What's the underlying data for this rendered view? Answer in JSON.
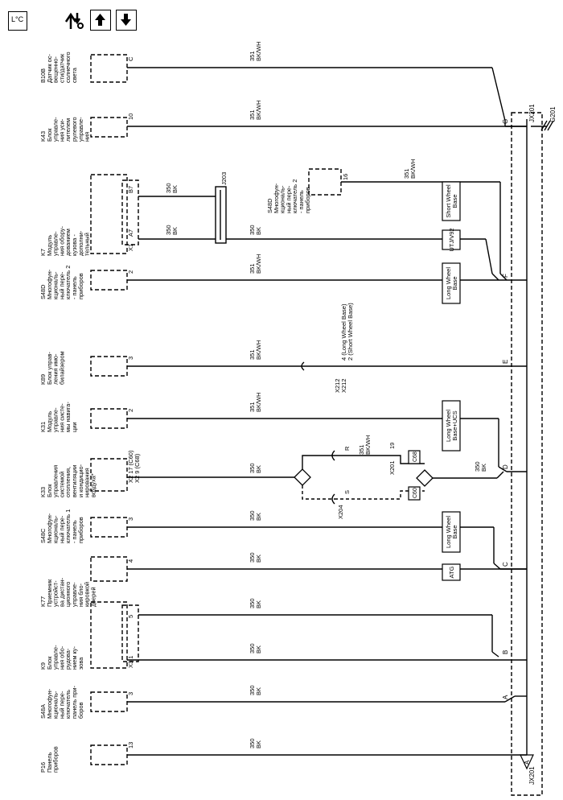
{
  "toolbar": {
    "buttons": [
      {
        "name": "location-icon",
        "label": "L°C"
      },
      {
        "name": "service-tools-icon",
        "label": ""
      },
      {
        "name": "arrow-up-button",
        "label": ""
      },
      {
        "name": "arrow-down-button",
        "label": ""
      }
    ]
  },
  "components": [
    {
      "id": "B10B",
      "lines": [
        "B10B",
        "Датчик ос-",
        "вещенно-",
        "сти/датчик",
        "солнечного",
        "света"
      ],
      "pins": [
        "C"
      ]
    },
    {
      "id": "K43",
      "lines": [
        "K43",
        "Блок",
        "управле-",
        "ния уси-",
        "лителем",
        "рулевого",
        "управле-",
        "ния"
      ],
      "pins": [
        "10"
      ]
    },
    {
      "id": "K7",
      "lines": [
        "K7",
        "Модуль",
        "управле-",
        "ния обору-",
        "дованием",
        "кузова -",
        "дополни-",
        "тельный"
      ],
      "pins": [
        "B7",
        "A7",
        "X1"
      ]
    },
    {
      "id": "S48D-main",
      "lines": [
        "S48D",
        "Многофун-",
        "кциональ-",
        "ный пере-",
        "ключатель 2",
        "- панель",
        "приборов"
      ],
      "pins": [
        "2"
      ]
    },
    {
      "id": "S48D-aux",
      "lines": [
        "S48D",
        "Многофун-",
        "кциональ-",
        "ный пере-",
        "ключатель 2",
        "- панель",
        "приборов"
      ],
      "pins": [
        "16"
      ]
    },
    {
      "id": "K89",
      "lines": [
        "K89",
        "Блок управ-",
        "ления имо-",
        "билайзером"
      ],
      "pins": [
        "3"
      ]
    },
    {
      "id": "K31",
      "lines": [
        "K31",
        "Модуль",
        "управле-",
        "ния систе-",
        "мы навига-",
        "ции"
      ],
      "pins": [
        "2"
      ]
    },
    {
      "id": "K33",
      "lines": [
        "K33",
        "Блок",
        "управления",
        "системой",
        "отопления,",
        "вентиляции",
        "и кондицио-",
        "нирования",
        "воздуха*"
      ],
      "pins": [
        "X2  17 (C60)",
        "X2  9 (C68)"
      ]
    },
    {
      "id": "S48C",
      "lines": [
        "S48C",
        "Многофун-",
        "кциональ-",
        "ный пере-",
        "ключатель 1",
        "- панель",
        "приборов"
      ],
      "pins": [
        "3"
      ]
    },
    {
      "id": "K77",
      "lines": [
        "K77",
        "Приемник",
        "устройст-",
        "ва дистан-",
        "ционного",
        "управле-",
        "ния бло-",
        "кировкой",
        "дверей"
      ],
      "pins": [
        "4"
      ]
    },
    {
      "id": "K9",
      "lines": [
        "K9",
        "Блок",
        "управле-",
        "ния обо-",
        "рудова-",
        "нием ку-",
        "зова"
      ],
      "pins": [
        "5",
        "X3  1"
      ]
    },
    {
      "id": "S48A",
      "lines": [
        "S48A",
        "Многофун-",
        "кциональ-",
        "ный пере-",
        "ключатель",
        "панель при-",
        "боров"
      ],
      "pins": [
        "3"
      ]
    },
    {
      "id": "P16",
      "lines": [
        "P16",
        "Панель",
        "приборов"
      ],
      "pins": [
        "13"
      ]
    }
  ],
  "wires": [
    {
      "circuit": "351",
      "color": "BK/WH"
    },
    {
      "circuit": "351",
      "color": "BK/WH"
    },
    {
      "circuit": "350",
      "color": "BK"
    },
    {
      "circuit": "350",
      "color": "BK"
    },
    {
      "circuit": "350",
      "color": "BK"
    },
    {
      "circuit": "351",
      "color": "BK/WH"
    },
    {
      "circuit": "351",
      "color": "BK/WH"
    },
    {
      "circuit": "351",
      "color": "BK/WH"
    },
    {
      "circuit": "351",
      "color": "BK/WH"
    },
    {
      "circuit": "350",
      "color": "BK"
    },
    {
      "circuit": "350",
      "color": "BK"
    },
    {
      "circuit": "350",
      "color": "BK"
    },
    {
      "circuit": "350",
      "color": "BK"
    },
    {
      "circuit": "350",
      "color": "BK"
    },
    {
      "circuit": "350",
      "color": "BK"
    },
    {
      "circuit": "350",
      "color": "BK"
    },
    {
      "circuit": "350",
      "color": "BK"
    },
    {
      "circuit": "350",
      "color": "BK"
    }
  ],
  "options": [
    "Short Wheel Base",
    "UTJ/V92",
    "Long Wheel Base",
    "Long Wheel Base+UCS",
    "Long Wheel Base",
    "ATG"
  ],
  "splice_letters": [
    "G",
    "F",
    "E",
    "D",
    "C",
    "B",
    "A"
  ],
  "splice_name": "JX201",
  "ground_name": "G201",
  "ground_marker": "A",
  "harness_J203": "J203",
  "inline_X212": {
    "conn1": "X212",
    "conn2": "X212",
    "pin1": "4 (Long Wheel Base)",
    "pin2": "2 (Short Wheel Base)"
  },
  "x201": {
    "label": "X201",
    "pin": "19"
  },
  "x204": {
    "label": "X204"
  },
  "pins_RS": [
    "R",
    "S"
  ],
  "c_codes": [
    "C68",
    "C60"
  ]
}
